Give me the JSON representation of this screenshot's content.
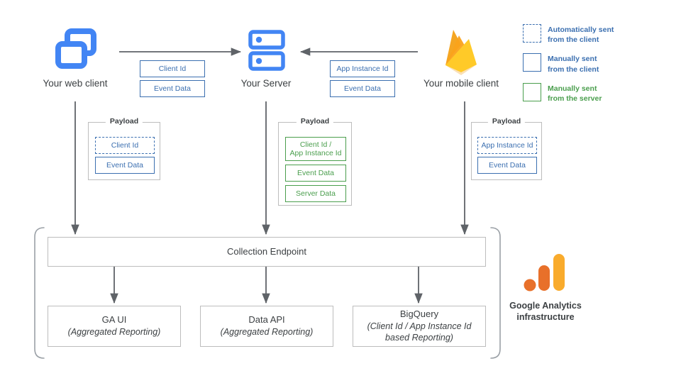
{
  "diagram": {
    "title": "Google Analytics data collection flow",
    "colors": {
      "blue_accent": "#3b6fb0",
      "green_accent": "#4a9e4d",
      "icon_blue": "#4285f4",
      "arrow_grey": "#5f6368",
      "box_border": "#bdbdbd",
      "ga_orange": "#e8702a",
      "ga_yellow": "#f9ab2c",
      "firebase_amber": "#f5a623",
      "firebase_yellow": "#ffca28"
    }
  },
  "nodes": {
    "web_client": {
      "label": "Your web client",
      "icon": "browser-windows-icon"
    },
    "server": {
      "label": "Your Server",
      "icon": "server-rack-icon"
    },
    "mobile_client": {
      "label": "Your mobile client",
      "icon": "firebase-flame-icon"
    }
  },
  "transit": {
    "web_to_server": {
      "items": [
        "Client Id",
        "Event Data"
      ],
      "style": "blue"
    },
    "mobile_to_server": {
      "items": [
        "App Instance Id",
        "Event Data"
      ],
      "style": "blue"
    }
  },
  "payloads": {
    "web": {
      "title": "Payload",
      "items": [
        {
          "label": "Client Id",
          "style": "blue-dashed"
        },
        {
          "label": "Event Data",
          "style": "blue-solid"
        }
      ]
    },
    "server": {
      "title": "Payload",
      "items": [
        {
          "label": "Client Id /\nApp Instance Id",
          "style": "green-solid"
        },
        {
          "label": "Event Data",
          "style": "green-solid"
        },
        {
          "label": "Server Data",
          "style": "green-solid"
        }
      ]
    },
    "mobile": {
      "title": "Payload",
      "items": [
        {
          "label": "App Instance Id",
          "style": "blue-dashed"
        },
        {
          "label": "Event Data",
          "style": "blue-solid"
        }
      ]
    }
  },
  "infrastructure": {
    "collection_endpoint": {
      "label": "Collection Endpoint"
    },
    "outputs": [
      {
        "title": "GA UI",
        "subtitle": "(Aggregated Reporting)"
      },
      {
        "title": "Data API",
        "subtitle": "(Aggregated Reporting)"
      },
      {
        "title": "BigQuery",
        "subtitle": "(Client Id / App Instance Id\nbased Reporting)"
      }
    ],
    "brand": {
      "caption": "Google Analytics\ninfrastructure",
      "logo": "google-analytics-logo"
    }
  },
  "legend": {
    "items": [
      {
        "swatch": "dashed-blue",
        "text": "Automatically sent\nfrom the client"
      },
      {
        "swatch": "solid-blue",
        "text": "Manually sent\nfrom the client"
      },
      {
        "swatch": "solid-green",
        "text": "Manually sent\nfrom the server"
      }
    ]
  }
}
